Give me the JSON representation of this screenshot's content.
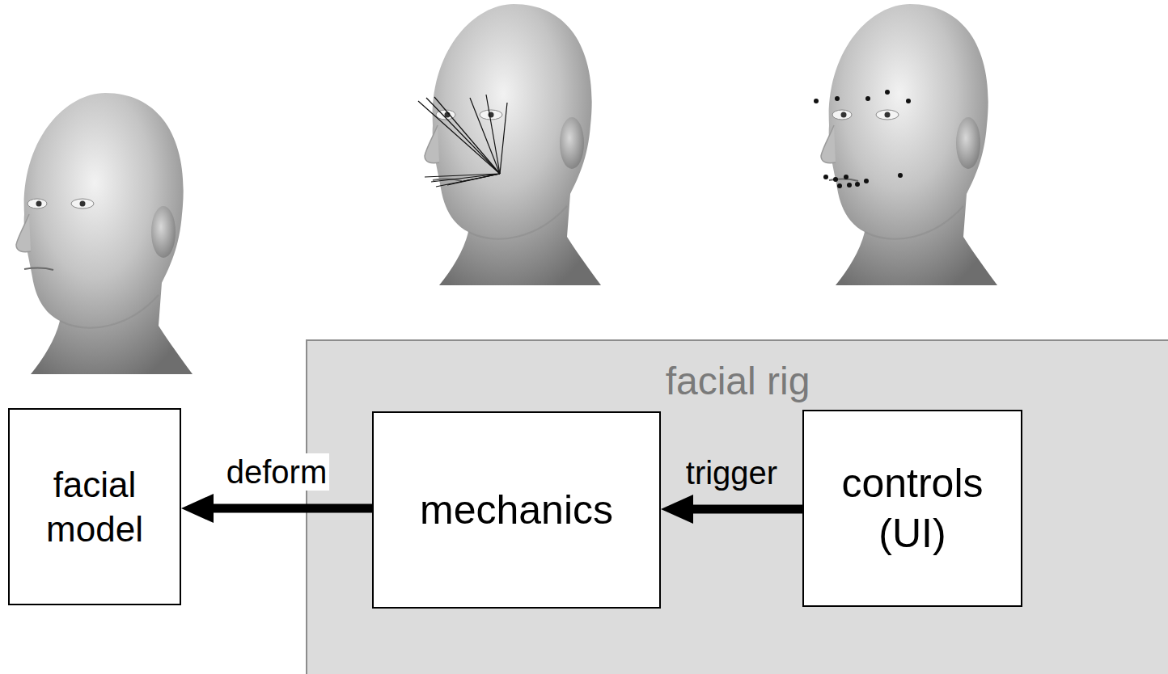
{
  "diagram": {
    "nodes": [
      {
        "text": [
          "facial model"
        ]
      },
      {
        "text": [
          "facial rig"
        ]
      },
      {
        "text": [
          "mechanics"
        ],
        "in": 1
      },
      {
        "text": [
          "controls (UI)"
        ],
        "in": 1
      }
    ],
    "edges": [
      {
        "from": 2,
        "to": 0,
        "label": "deform",
        "arrow": "to"
      },
      {
        "from": 3,
        "to": 2,
        "label": "trigger",
        "arrow": "to"
      }
    ]
  }
}
